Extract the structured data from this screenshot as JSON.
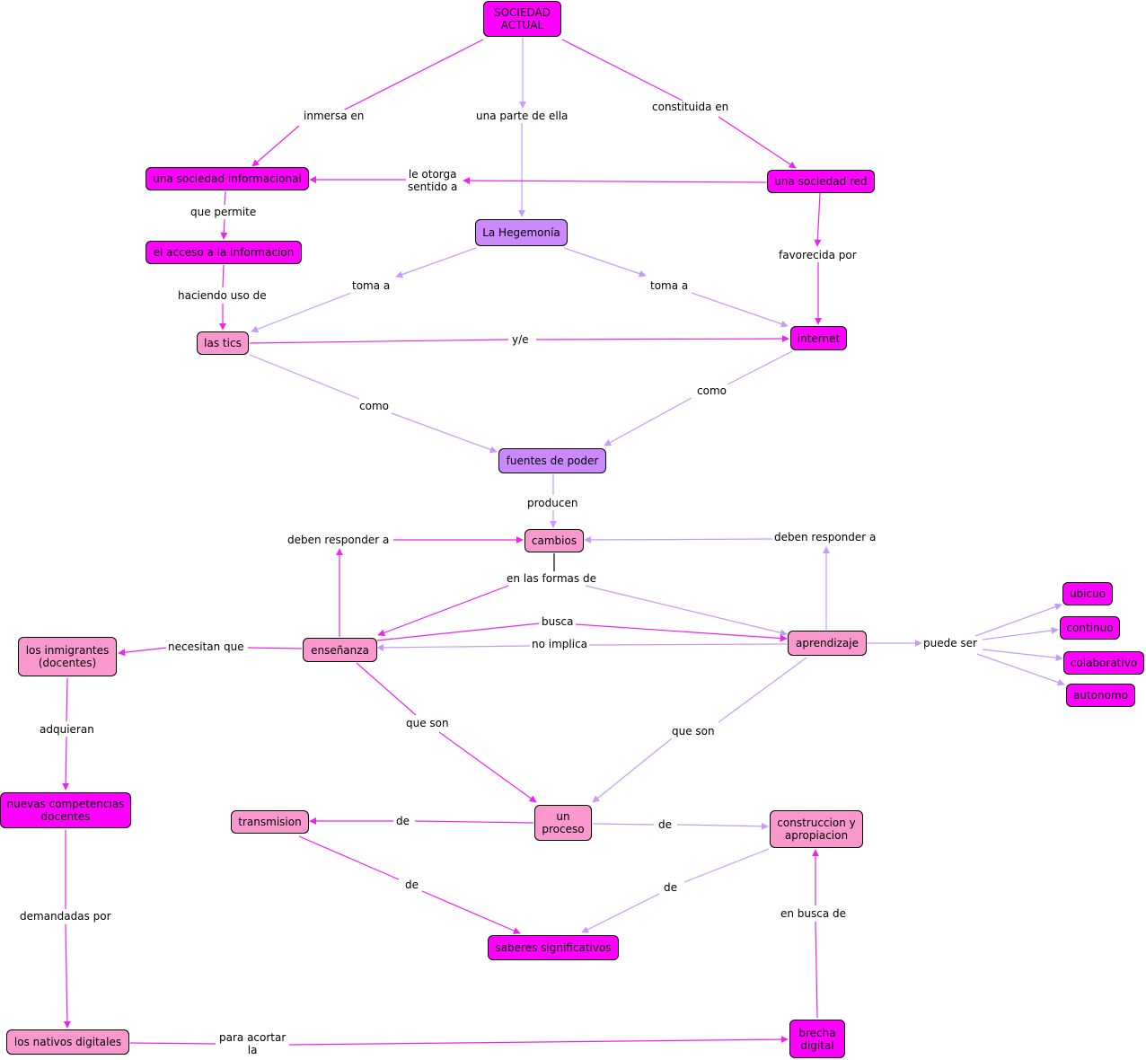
{
  "colors": {
    "magenta": "#ff00ff",
    "pink": "#f998cc",
    "violet": "#cc88ff",
    "edge_magenta": "#ee22ee",
    "edge_violet": "#c79af7"
  },
  "nodes": {
    "sociedad_actual": "SOCIEDAD\nACTUAL",
    "sociedad_informacional": "una sociedad informacional",
    "sociedad_red": "una sociedad red",
    "hegemonia": "La Hegemonía",
    "acceso_informacion": "el acceso a la informacion",
    "las_tics": "las tics",
    "internet": "internet",
    "fuentes_poder": "fuentes de poder",
    "cambios": "cambios",
    "ensenanza": "enseñanza",
    "aprendizaje": "aprendizaje",
    "inmigrantes": "los inmigrantes\n(docentes)",
    "ubicuo": "ubicuo",
    "continuo": "continuo",
    "colaborativo": "colaborativo",
    "autonomo": "autonomo",
    "nuevas_competencias": "nuevas competencias\ndocentes",
    "transmision": "transmision",
    "un_proceso": "un\nproceso",
    "construccion": "construccion y\napropiacion",
    "saberes": "saberes significativos",
    "nativos": "los nativos digitales",
    "brecha": "brecha\ndigital"
  },
  "links": {
    "inmersa_en": "inmersa en",
    "una_parte_de_ella": "una parte de ella",
    "constituida_en": "constituida en",
    "le_otorga": "le otorga\nsentido a",
    "que_permite": "que permite",
    "favorecida_por": "favorecida por",
    "haciendo_uso_de": "haciendo uso de",
    "toma_a_left": "toma a",
    "toma_a_right": "toma a",
    "y_e": "y/e",
    "como_left": "como",
    "como_right": "como",
    "producen": "producen",
    "deben_left": "deben responder a",
    "deben_right": "deben responder a",
    "en_las_formas": "en las formas de",
    "busca": "busca",
    "no_implica": "no implica",
    "necesitan_que": "necesitan que",
    "puede_ser": "puede ser",
    "adquieran": "adquieran",
    "que_son_left": "que son",
    "que_son_right": "que son",
    "de_trans": "de",
    "de_constr": "de",
    "de_saber_left": "de",
    "de_saber_right": "de",
    "en_busca_de": "en busca de",
    "demandadas_por": "demandadas por",
    "para_acortar": "para acortar\nla"
  }
}
